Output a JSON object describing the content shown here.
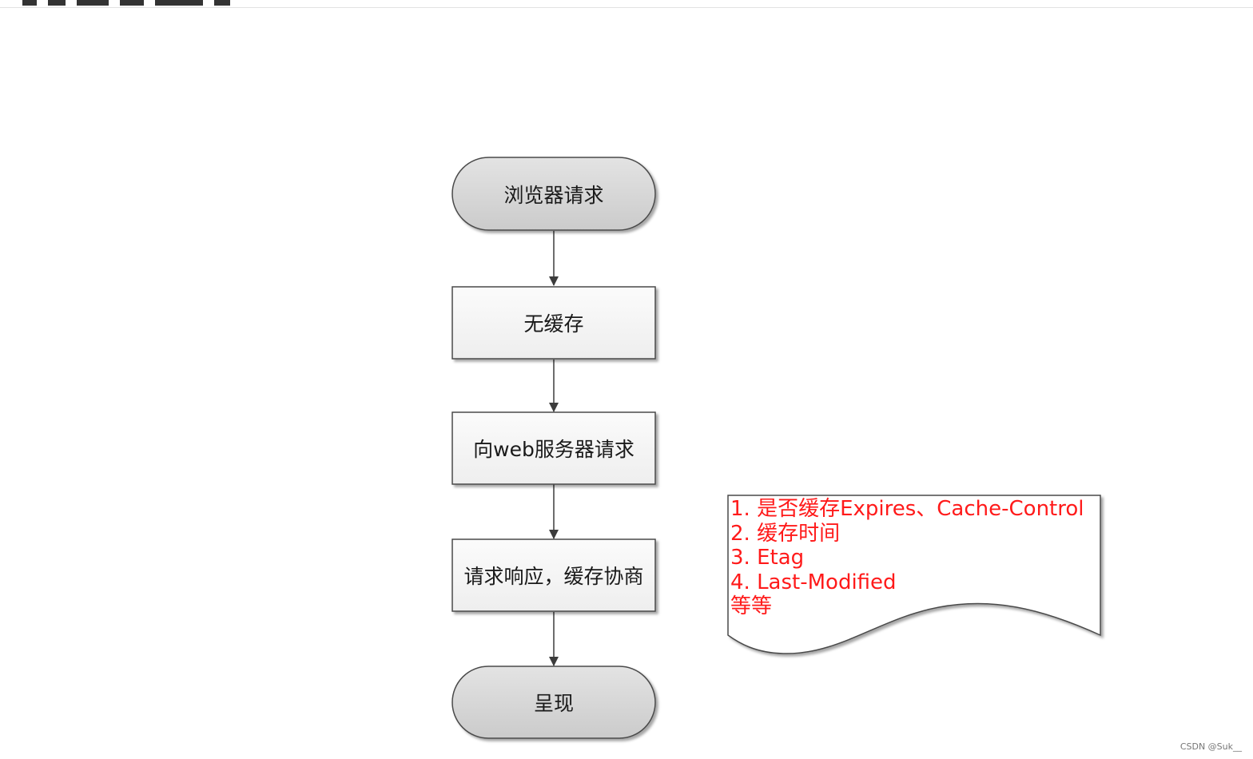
{
  "flowchart": {
    "nodes": [
      {
        "id": "start",
        "shape": "terminal",
        "label": "浏览器请求"
      },
      {
        "id": "no_cache",
        "shape": "process",
        "label": "无缓存"
      },
      {
        "id": "request_server",
        "shape": "process",
        "label": "向web服务器请求"
      },
      {
        "id": "response",
        "shape": "process",
        "label": "请求响应，缓存协商"
      },
      {
        "id": "render",
        "shape": "terminal",
        "label": "呈现"
      }
    ],
    "edges": [
      {
        "from": "start",
        "to": "no_cache"
      },
      {
        "from": "no_cache",
        "to": "request_server"
      },
      {
        "from": "request_server",
        "to": "response"
      },
      {
        "from": "response",
        "to": "render"
      }
    ]
  },
  "note": {
    "lines": [
      "1. 是否缓存Expires、Cache-Control",
      "2. 缓存时间",
      "3. Etag",
      "4. Last-Modified",
      "等等"
    ],
    "text_color": "#ff1a1a"
  },
  "colors": {
    "terminal_fill": "#d4d4d4",
    "process_fill": "#f7f7f7",
    "stroke": "#4a4a4a"
  },
  "watermark": "CSDN @Suk__"
}
